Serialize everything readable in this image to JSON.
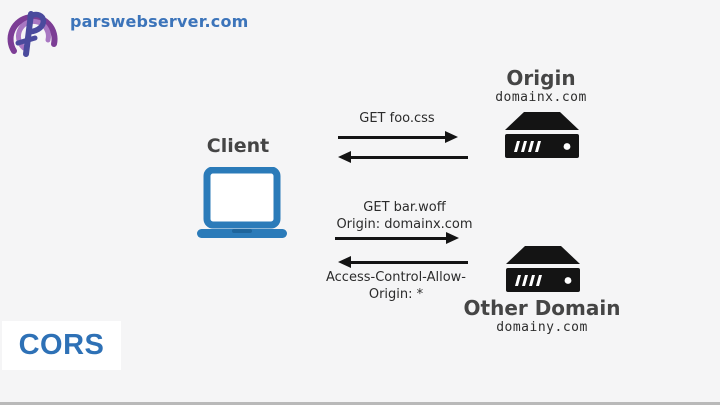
{
  "brand": {
    "site": "parswebserver.com"
  },
  "client": {
    "label": "Client"
  },
  "origin_server": {
    "title": "Origin",
    "domain": "domainx.com"
  },
  "other_server": {
    "title": "Other Domain",
    "domain": "domainy.com"
  },
  "exchanges": {
    "first": {
      "request": "GET foo.css"
    },
    "second": {
      "request_line1": "GET bar.woff",
      "request_line2": "Origin: domainx.com",
      "response": "Access-Control-Allow-Origin: *"
    }
  },
  "badge": {
    "label": "CORS"
  },
  "colors": {
    "background": "#f5f5f6",
    "brand_blue": "#3c74ba",
    "laptop_blue": "#2b7bb9",
    "laptop_notch_blue": "#1e659c",
    "cors_blue": "#2e71b6",
    "icon_black": "#141414",
    "label_gray": "#454545",
    "logo_purple_outer": "#7c3d95",
    "logo_purple_inner": "#a877c2",
    "logo_indigo": "#4a4a9d",
    "bottom_strip_gray": "#b9b9b9"
  }
}
